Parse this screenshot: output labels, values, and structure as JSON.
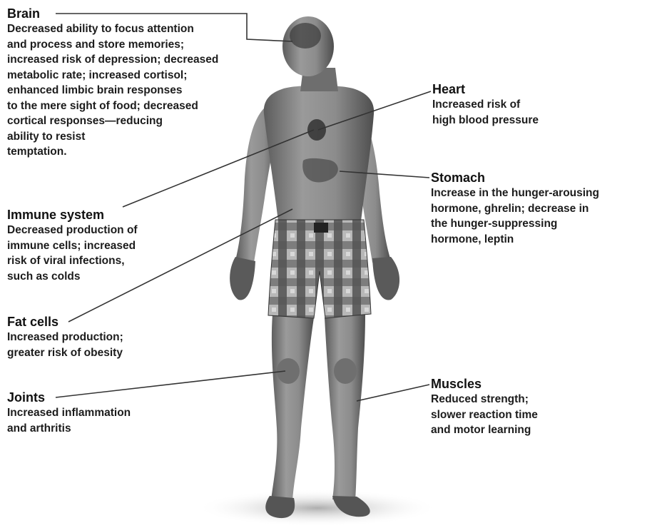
{
  "callouts": {
    "brain": {
      "title": "Brain",
      "description": "Decreased ability to focus attention\nand process and store memories;\nincreased risk of depression; decreased\nmetabolic rate; increased cortisol;\nenhanced limbic brain responses\nto the mere sight of food; decreased\ncortical responses—reducing\nability to resist\ntemptation."
    },
    "heart": {
      "title": "Heart",
      "description": "Increased risk of\nhigh blood pressure"
    },
    "stomach": {
      "title": "Stomach",
      "description": "Increase in the hunger-arousing\nhormone, ghrelin; decrease in\nthe hunger-suppressing\nhormone, leptin"
    },
    "immune": {
      "title": "Immune system",
      "description": "Decreased production of\nimmune cells; increased\nrisk of viral infections,\nsuch as colds"
    },
    "fat": {
      "title": "Fat cells",
      "description": "Increased production;\ngreater risk of obesity"
    },
    "joints": {
      "title": "Joints",
      "description": "Increased inflammation\nand arthritis"
    },
    "muscles": {
      "title": "Muscles",
      "description": "Reduced strength;\nslower reaction time\nand motor learning"
    }
  },
  "colors": {
    "skin": "#8a8a8a",
    "skin_dark": "#555555",
    "shorts_dark": "#3f3f3f",
    "shorts_light": "#b5b5b5",
    "leader_line": "#333333",
    "text": "#1a1a1a"
  }
}
